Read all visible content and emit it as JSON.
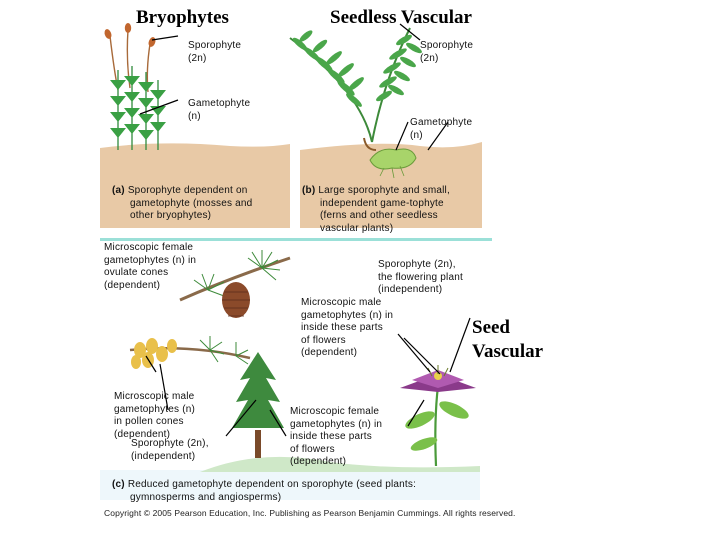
{
  "headers": {
    "bryophytes": "Bryophytes",
    "seedless_vascular": "Seedless Vascular",
    "seed_vascular_1": "Seed",
    "seed_vascular_2": "Vascular"
  },
  "panel_a": {
    "sporophyte_label": [
      "Sporophyte",
      "(2n)"
    ],
    "gametophyte_label": [
      "Gametophyte",
      "(n)"
    ],
    "letter": "(a)",
    "caption": [
      "Sporophyte dependent on",
      "gametophyte (mosses and",
      "other bryophytes)"
    ]
  },
  "panel_b": {
    "sporophyte_label": [
      "Sporophyte",
      "(2n)"
    ],
    "gametophyte_label": [
      "Gametophyte",
      "(n)"
    ],
    "letter": "(b)",
    "caption": [
      "Large sporophyte and small,",
      "independent game-tophyte",
      "(ferns and other seedless",
      "vascular plants)"
    ]
  },
  "panel_c": {
    "female_cones_label": [
      "Microscopic female",
      "gametophytes (n) in",
      "ovulate cones",
      "(dependent)"
    ],
    "flowering_sporophyte_label": [
      "Sporophyte (2n),",
      "the flowering plant",
      "(independent)"
    ],
    "male_flowers_label": [
      "Microscopic male",
      "gametophytes (n) in",
      "inside these parts",
      "of flowers",
      "(dependent)"
    ],
    "pollen_cones_label": [
      "Microscopic male",
      "gametophytes (n)",
      "in pollen cones",
      "(dependent)"
    ],
    "conifer_sporophyte_label": [
      "Sporophyte (2n),",
      "(independent)"
    ],
    "female_flowers_label": [
      "Microscopic female",
      "gametophytes (n) in",
      "inside these parts",
      "of flowers",
      "(dependent)"
    ],
    "letter": "(c)",
    "caption": [
      "Reduced gametophyte dependent on sporophyte (seed plants:",
      "gymnosperms and angiosperms)"
    ]
  },
  "footer": {
    "copyright": "Copyright © 2005 Pearson Education, Inc. Publishing as Pearson Benjamin Cummings. All rights reserved."
  }
}
